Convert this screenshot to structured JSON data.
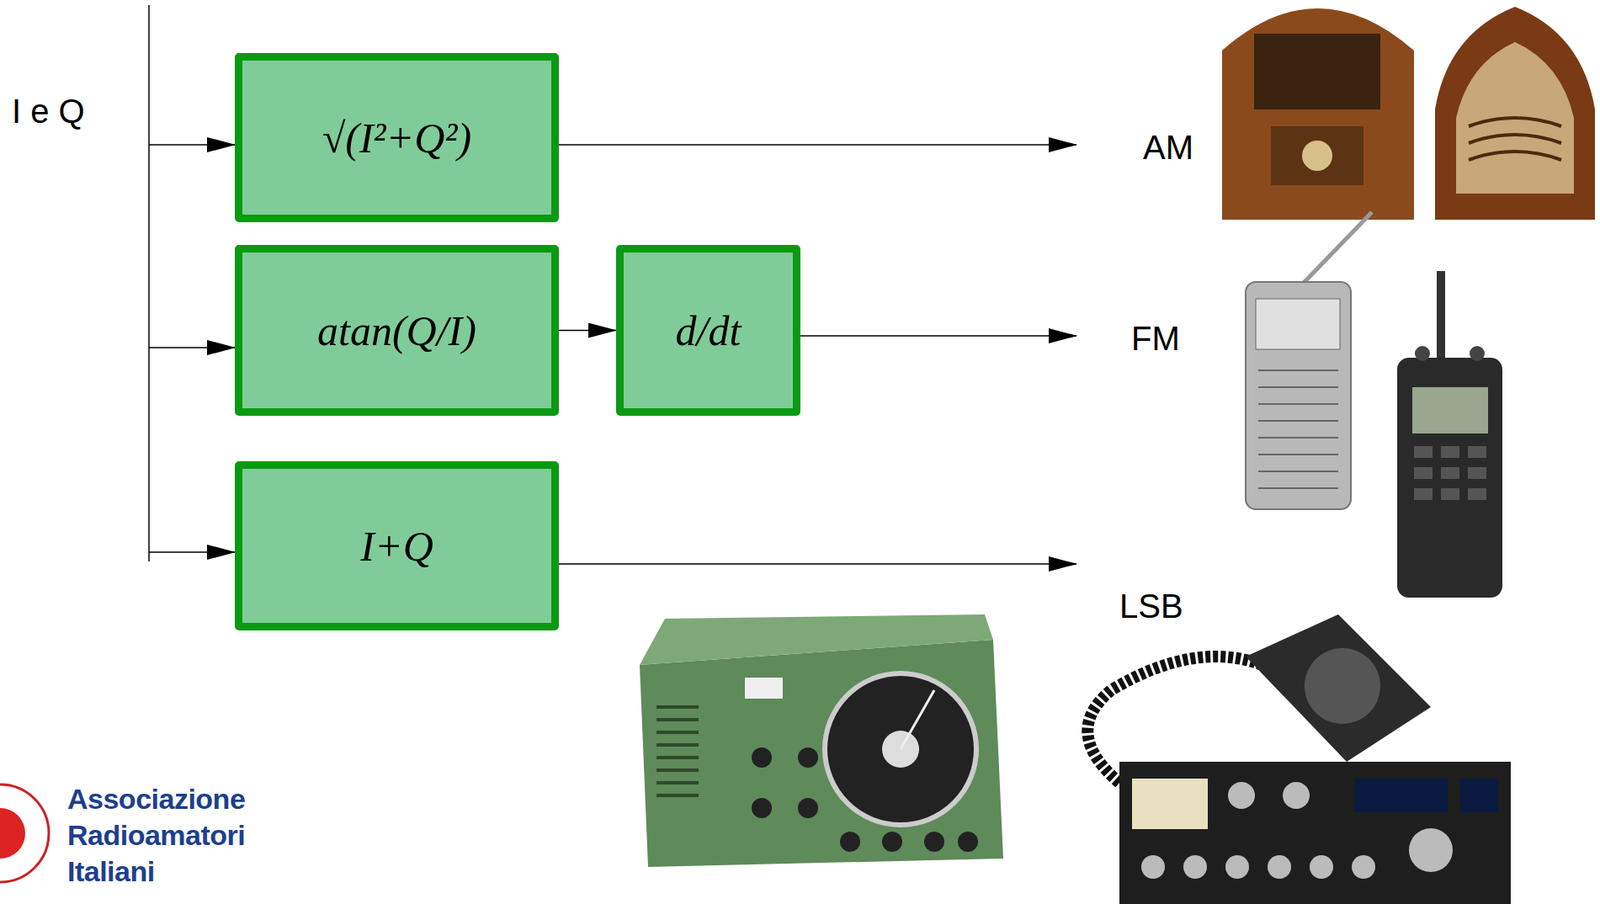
{
  "diagram": {
    "nodes": [
      {
        "text": [
          "√(I²+Q²)"
        ]
      },
      {
        "text": [
          "atan(Q/I)"
        ]
      },
      {
        "text": [
          "d/dt"
        ]
      },
      {
        "text": [
          "I+Q"
        ]
      }
    ],
    "edges": [
      {
        "from": 1,
        "to": 2,
        "arrow": "to"
      }
    ],
    "labels": [
      "I e Q",
      "AM",
      "FM",
      "LSB",
      "Associazione Radioamatori Italiani"
    ]
  }
}
